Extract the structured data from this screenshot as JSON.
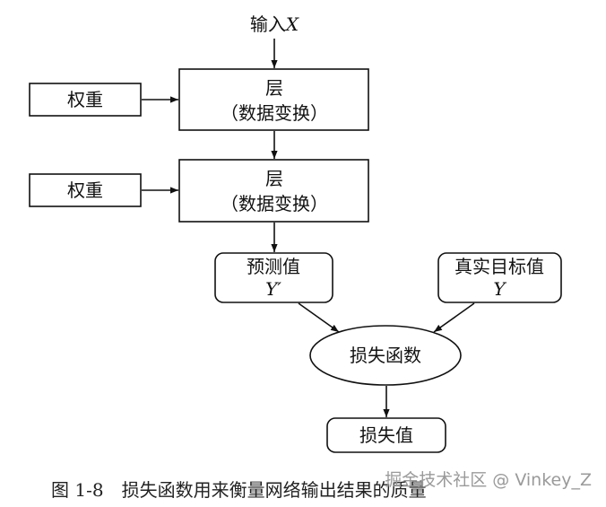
{
  "diagram": {
    "input": {
      "prefix": "输入",
      "var": "X"
    },
    "layer1": {
      "title": "层",
      "subtitle": "（数据变换）"
    },
    "layer2": {
      "title": "层",
      "subtitle": "（数据变换）"
    },
    "weights1": "权重",
    "weights2": "权重",
    "prediction": {
      "title": "预测值",
      "var": "Y′"
    },
    "target": {
      "title": "真实目标值",
      "var": "Y"
    },
    "loss_function": "损失函数",
    "loss_value": "损失值"
  },
  "caption": "图 1-8　损失函数用来衡量网络输出结果的质量",
  "watermark": "掘金技术社区 @ Vinkey_Z"
}
